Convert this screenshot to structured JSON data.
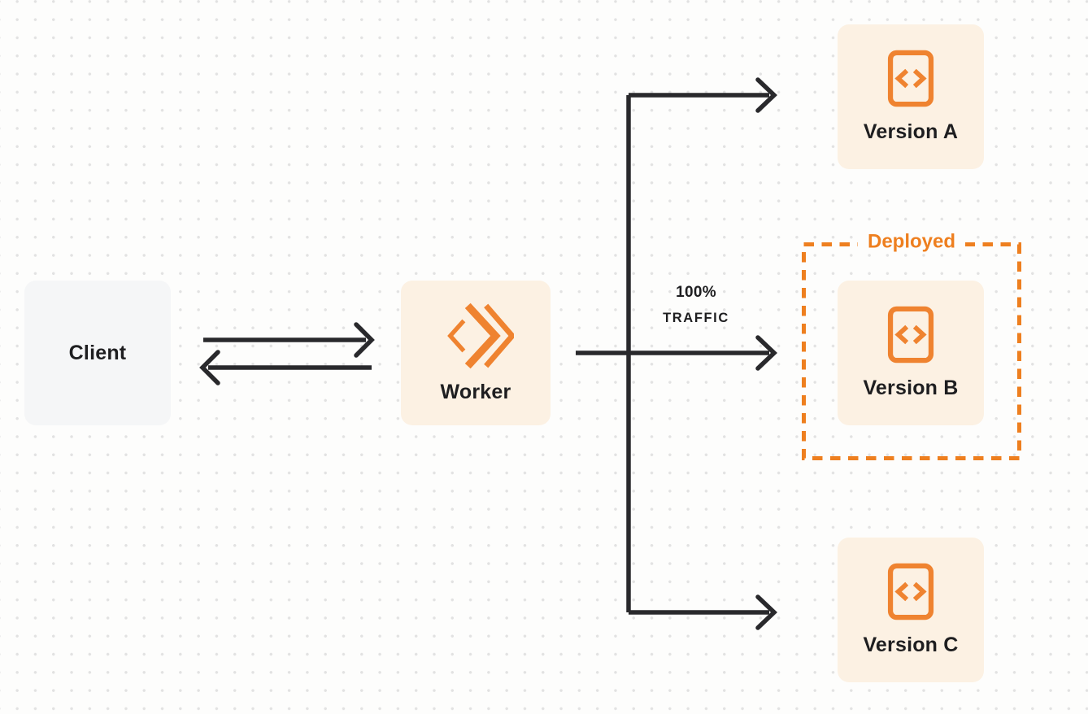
{
  "nodes": {
    "client": {
      "label": "Client"
    },
    "worker": {
      "label": "Worker"
    },
    "version_a": {
      "label": "Version A"
    },
    "version_b": {
      "label": "Version B"
    },
    "version_c": {
      "label": "Version C"
    }
  },
  "annotations": {
    "deployed_label": "Deployed",
    "traffic_percent": "100%",
    "traffic_word": "TRAFFIC"
  },
  "icons": {
    "worker_icon": "workers-double-chevron-icon",
    "version_icon": "code-file-icon"
  },
  "colors": {
    "accent_orange": "#EE7F1F",
    "icon_orange": "#EF8330",
    "edge_dark": "#29292C",
    "text_dark": "#1E1E20",
    "node_cream": "#FCF1E3",
    "node_gray": "#F5F6F7",
    "page_background": "#FDFDFC",
    "grid_dot": "#E2E2E2"
  }
}
